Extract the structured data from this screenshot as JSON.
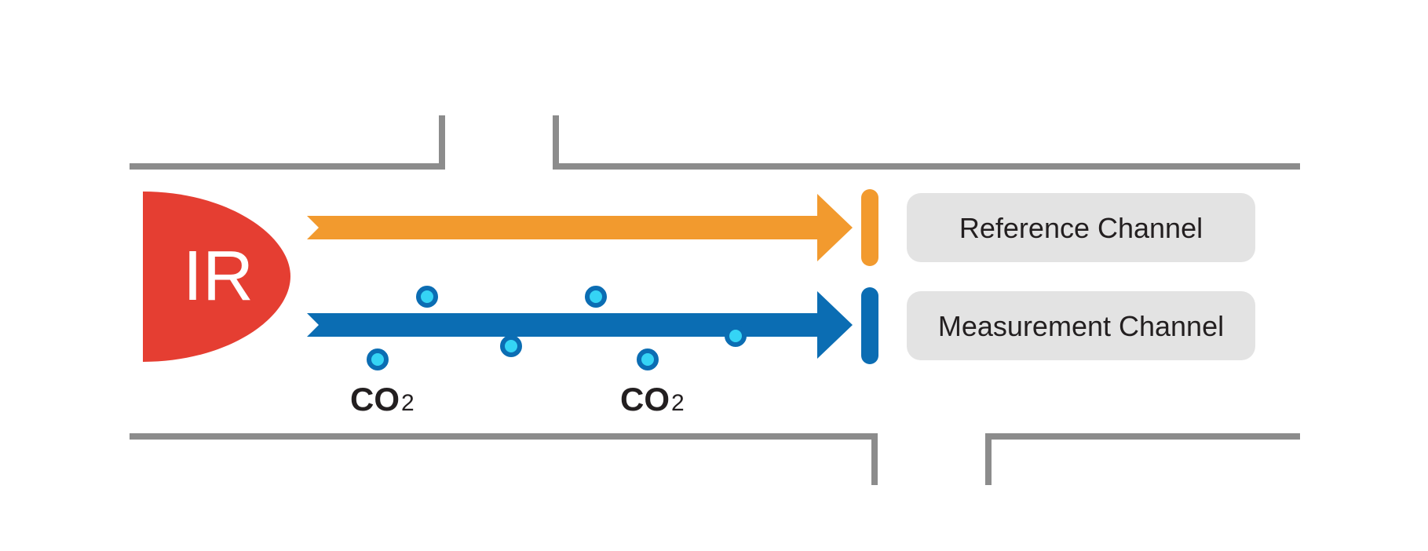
{
  "source": {
    "label": "IR",
    "color": "#e53e32"
  },
  "channels": [
    {
      "label": "Reference Channel",
      "color": "#f29a2e"
    },
    {
      "label": "Measurement Channel",
      "color": "#0b6db3"
    }
  ],
  "gas": {
    "labels": [
      {
        "main": "CO",
        "sub": "2"
      },
      {
        "main": "CO",
        "sub": "2"
      }
    ],
    "molecule_fill": "#35d4f5",
    "molecule_ring": "#0b6db3"
  },
  "colors": {
    "wall": "#8c8c8c",
    "label_box": "#e3e3e3",
    "text": "#231f20"
  }
}
